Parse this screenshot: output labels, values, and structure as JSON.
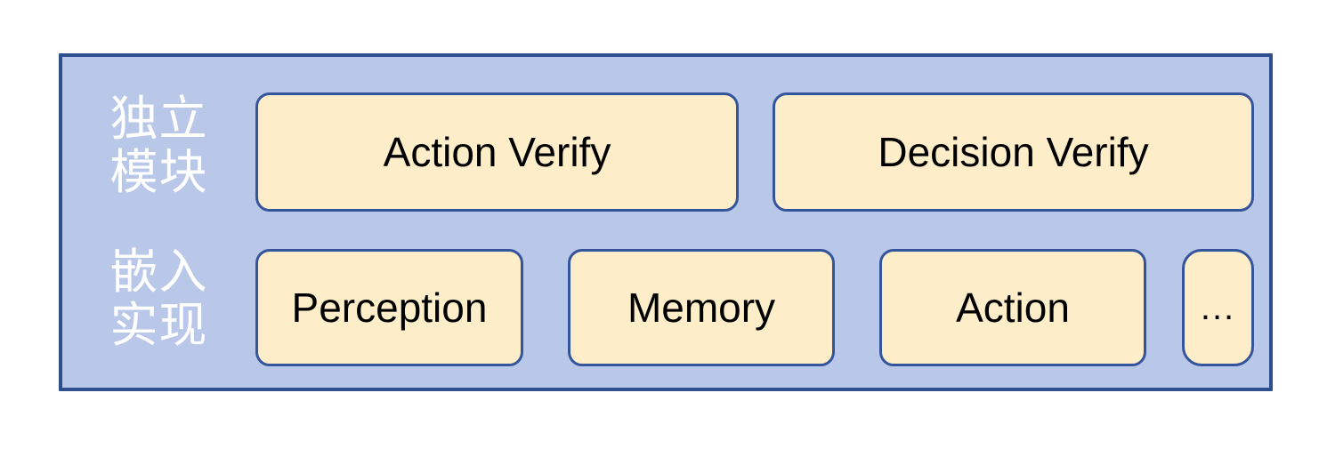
{
  "diagram": {
    "title_present": false,
    "colors": {
      "panel_background": "#b9c8e8",
      "panel_border": "#2d4f8e",
      "box_fill": "#fdeec9",
      "box_border": "#34549b",
      "label_text": "#ffffff",
      "box_text": "#000000",
      "page_background": "#ffffff"
    },
    "rows": [
      {
        "label": "独立\n模块",
        "label_name": "independent-module",
        "boxes": [
          {
            "text": "Action Verify"
          },
          {
            "text": "Decision Verify"
          }
        ]
      },
      {
        "label": "嵌入\n实现",
        "label_name": "embedded-implementation",
        "boxes": [
          {
            "text": "Perception"
          },
          {
            "text": "Memory"
          },
          {
            "text": "Action"
          },
          {
            "text": "..."
          }
        ]
      }
    ]
  }
}
